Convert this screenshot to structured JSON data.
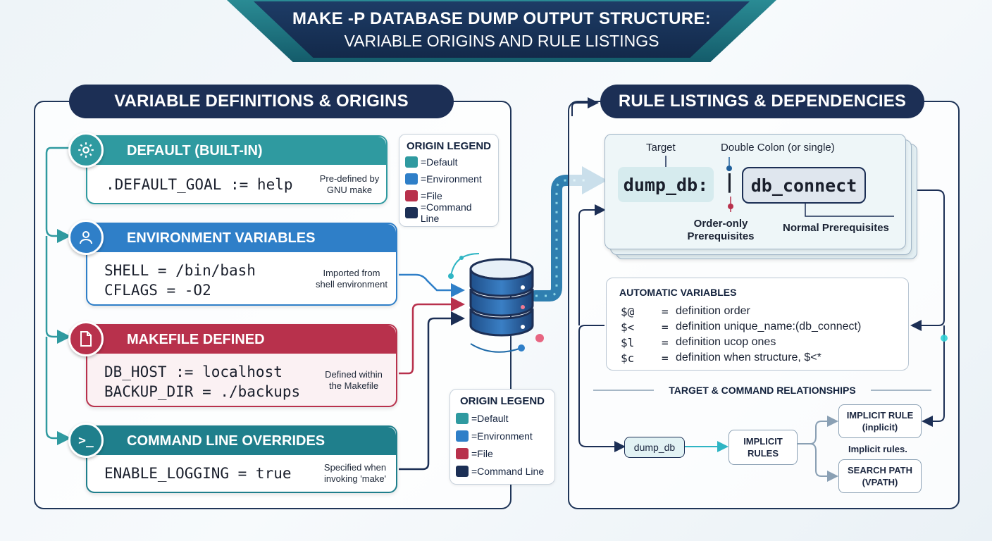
{
  "title": {
    "line1": "MAKE -P DATABASE DUMP OUTPUT STRUCTURE:",
    "line2": "VARIABLE ORIGINS AND RULE LISTINGS"
  },
  "left_panel": {
    "header": "VARIABLE DEFINITIONS & ORIGINS",
    "cards": [
      {
        "label": "DEFAULT (BUILT-IN)",
        "icon": "gear-icon",
        "lines": [
          ".DEFAULT_GOAL := help"
        ],
        "note_lines": [
          "Pre-defined by",
          "GNU make"
        ],
        "color": "#2f9aa0"
      },
      {
        "label": "ENVIRONMENT VARIABLES",
        "icon": "user-icon",
        "lines": [
          "SHELL = /bin/bash",
          "CFLAGS = -O2"
        ],
        "note_lines": [
          "Imported from",
          "shell environment"
        ],
        "color": "#2f7fc8"
      },
      {
        "label": "MAKEFILE DEFINED",
        "icon": "file-icon",
        "lines": [
          "DB_HOST := localhost",
          "BACKUP_DIR = ./backups"
        ],
        "note_lines": [
          "Defined within",
          "the Makefile"
        ],
        "color": "#b8314c"
      },
      {
        "label": "COMMAND LINE OVERRIDES",
        "icon": "terminal-icon",
        "lines": [
          "ENABLE_LOGGING = true"
        ],
        "note_lines": [
          "Specified when",
          "invoking 'make'"
        ],
        "color": "#1f7f8c"
      }
    ]
  },
  "legends": [
    {
      "title": "ORIGIN LEGEND",
      "items": [
        "=Default",
        "=Environment",
        "=File",
        "=Command Line"
      ]
    },
    {
      "title": "ORIGIN LEGEND",
      "items": [
        "=Default",
        "=Environment",
        "=File",
        "=Command Line"
      ]
    }
  ],
  "legend_colors": [
    "#2f9aa0",
    "#2f7fc8",
    "#b8314c",
    "#1c2f55"
  ],
  "right_panel": {
    "header": "RULE LISTINGS & DEPENDENCIES",
    "rule": {
      "target_label": "Target",
      "double_colon_label": "Double Colon (or single)",
      "target": "dump_db:",
      "separator": "|",
      "prereq": "db_connect",
      "order_only_label_l1": "Order-only",
      "order_only_label_l2": "Prerequisites",
      "normal_label": "Normal Prerequisites"
    },
    "auto_vars": {
      "title": "AUTOMATIC VARIABLES",
      "rows": [
        {
          "var": "$@",
          "eq": "=",
          "def": "definition order"
        },
        {
          "var": "$<",
          "eq": "=",
          "def": "definition unique_name:(db_connect)"
        },
        {
          "var": "$l",
          "eq": "=",
          "def": "definition ucop ones"
        },
        {
          "var": "$c",
          "eq": "=",
          "def": "definition when structure, $<*"
        }
      ]
    },
    "relationships": {
      "title": "TARGET & COMMAND RELATIONSHIPS",
      "start": "dump_db",
      "middle_l1": "IMPLICIT",
      "middle_l2": "RULES",
      "top_l1": "IMPLICIT RULE",
      "top_l2": "(inplicit)",
      "caption": "Implicit rules.",
      "bottom_l1": "SEARCH PATH",
      "bottom_l2": "(VPATH)"
    }
  }
}
